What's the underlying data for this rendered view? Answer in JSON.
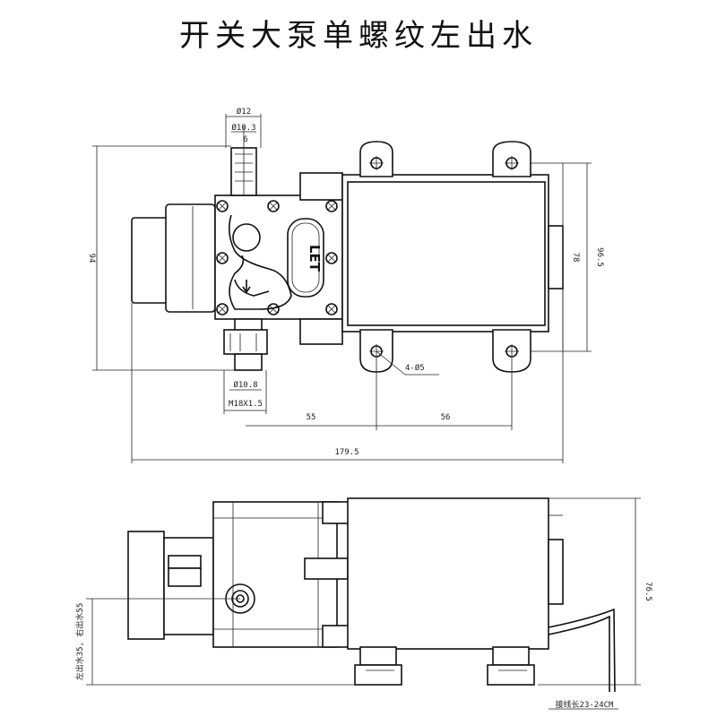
{
  "title": "开关大泵单螺纹左出水",
  "top_view": {
    "dims": {
      "outer_dia": "Ø12",
      "inner_dia_top": "Ø10.3",
      "six": "6",
      "height_left": "94",
      "motor_height": "78",
      "overall_height": "96.5",
      "holes": "4-Ø5",
      "inner_dia_bottom": "Ø10.8",
      "thread": "M18X1.5",
      "span_a": "55",
      "span_b": "56",
      "overall_length": "179.5"
    },
    "brand_label": "LET"
  },
  "side_view": {
    "dims": {
      "height": "76.5",
      "outlet_left_label": "左出水35, 右出水55",
      "wire_label": "接线长23-24CM"
    }
  }
}
